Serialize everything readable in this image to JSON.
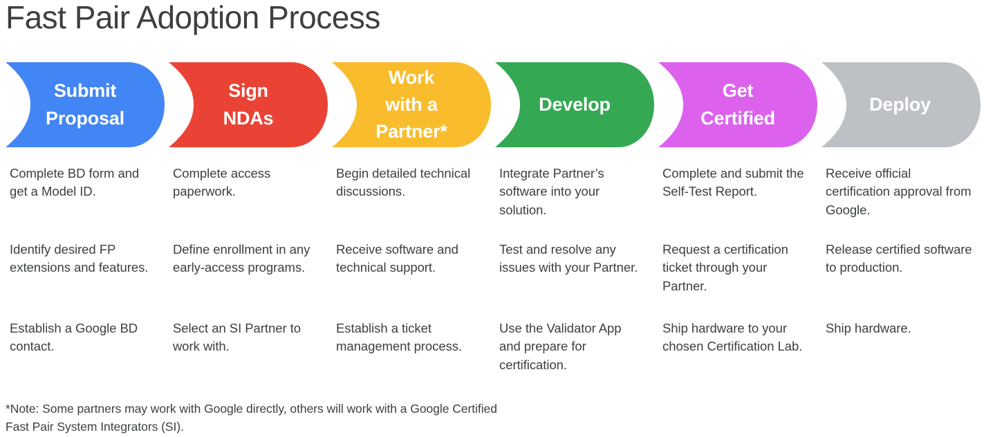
{
  "page": {
    "title": "Fast Pair Adoption Process",
    "background_color": "#ffffff",
    "text_color": "#3c4043"
  },
  "steps": [
    {
      "label": "Submit\nProposal",
      "color": "#4285F4",
      "icon": "chevron-banner-icon",
      "items": [
        "Complete BD form and get a Model ID.",
        "Identify desired FP extensions and features.",
        "Establish a Google BD contact."
      ]
    },
    {
      "label": "Sign\nNDAs",
      "color": "#EA4335",
      "icon": "chevron-banner-icon",
      "items": [
        "Complete access paperwork.",
        "Define enrollment in any early-access programs.",
        "Select an SI Partner to work with."
      ]
    },
    {
      "label": "Work\nwith a\nPartner*",
      "color": "#F9BC2C",
      "icon": "chevron-banner-icon",
      "items": [
        "Begin detailed technical discussions.",
        "Receive software and technical support.",
        "Establish a ticket management process."
      ]
    },
    {
      "label": "Develop",
      "color": "#34A853",
      "icon": "chevron-banner-icon",
      "items": [
        "Integrate Partner’s software into your solution.",
        "Test and resolve any issues with your Partner.",
        "Use the Validator App and prepare for certification."
      ]
    },
    {
      "label": "Get\nCertified",
      "color": "#DC62EE",
      "icon": "chevron-banner-icon",
      "items": [
        "Complete and submit the Self-Test Report.",
        "Request a certification ticket through your Partner.",
        "Ship hardware to your chosen Certification Lab."
      ]
    },
    {
      "label": "Deploy",
      "color": "#BDC1C6",
      "icon": "chevron-banner-icon",
      "items": [
        "Receive official certification approval from Google.",
        "Release certified software to production.",
        "Ship hardware."
      ]
    }
  ],
  "footnote": "*Note: Some partners may work with Google directly, others will work with a Google Certified Fast Pair System Integrators (SI)."
}
